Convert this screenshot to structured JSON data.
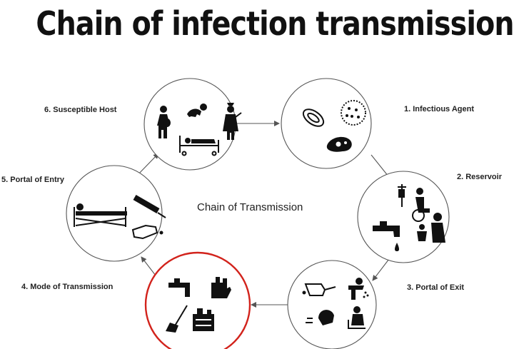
{
  "title": "Chain of infection transmission",
  "center_label": "Chain of Transmission",
  "stages": [
    {
      "number": 1,
      "label": "1. Infectious Agent",
      "icons": [
        "bacteria-icon",
        "virus-icon",
        "cell-icon"
      ]
    },
    {
      "number": 2,
      "label": "2. Reservoir",
      "icons": [
        "iv-drip-icon",
        "wheelchair-icon",
        "faucet-icon",
        "caregiver-icon",
        "drop-icon"
      ]
    },
    {
      "number": 3,
      "label": "3. Portal of Exit",
      "icons": [
        "finger-drop-icon",
        "vomiting-person-icon",
        "coughing-head-icon",
        "toilet-person-icon"
      ]
    },
    {
      "number": 4,
      "label": "4. Mode of Transmission",
      "icons": [
        "faucet-icon",
        "stop-hand-icon",
        "broom-icon",
        "cleaning-supplies-icon"
      ],
      "highlight_color": "#d2231c"
    },
    {
      "number": 5,
      "label": "5. Portal of Entry",
      "icons": [
        "patient-bed-icon",
        "syringe-icon",
        "finger-drop-icon"
      ]
    },
    {
      "number": 6,
      "label": "6. Susceptible Host",
      "icons": [
        "pregnant-woman-icon",
        "crawling-baby-icon",
        "nurse-icon",
        "bedridden-patient-icon"
      ]
    }
  ]
}
